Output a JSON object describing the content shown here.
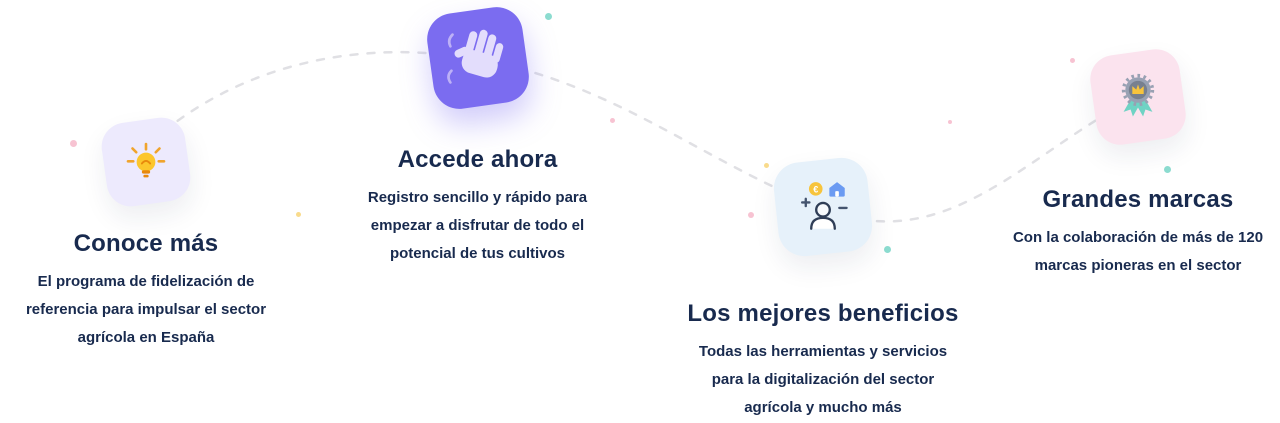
{
  "section": {
    "name": "features-steps"
  },
  "features": [
    {
      "title": "Conoce más",
      "description": "El programa de fidelización de referencia para impulsar el sector agrícola en España",
      "icon": "lightbulb-icon",
      "icon_bg": "#edeafd"
    },
    {
      "title": "Accede ahora",
      "description": "Registro sencillo y rápido para empezar a disfrutar de todo el potencial de tus cultivos",
      "icon": "waving-hand-icon",
      "icon_bg": "#7b6cf0"
    },
    {
      "title": "Los mejores beneficios",
      "description": "Todas las herramientas y servicios para la digitalización del sector agrícola y mucho más",
      "icon": "benefits-person-icon",
      "icon_bg": "#e6f1fa"
    },
    {
      "title": "Grandes marcas",
      "description": "Con la colaboración de más de 120 marcas pioneras en el sector",
      "icon": "medal-icon",
      "icon_bg": "#fbe3ee"
    }
  ],
  "colors": {
    "text": "#182a4e",
    "connector": "#e0e0e4",
    "accent_purple": "#7b6cf0",
    "accent_yellow": "#f7c43c",
    "accent_teal": "#6fd3c4",
    "accent_pink": "#f6bccd",
    "accent_blue": "#6b9bf2"
  },
  "decor": {
    "connector_style": "dashed-wave",
    "confetti_colors": [
      "#7fd8cb",
      "#f6bccd",
      "#f8d77f"
    ]
  }
}
